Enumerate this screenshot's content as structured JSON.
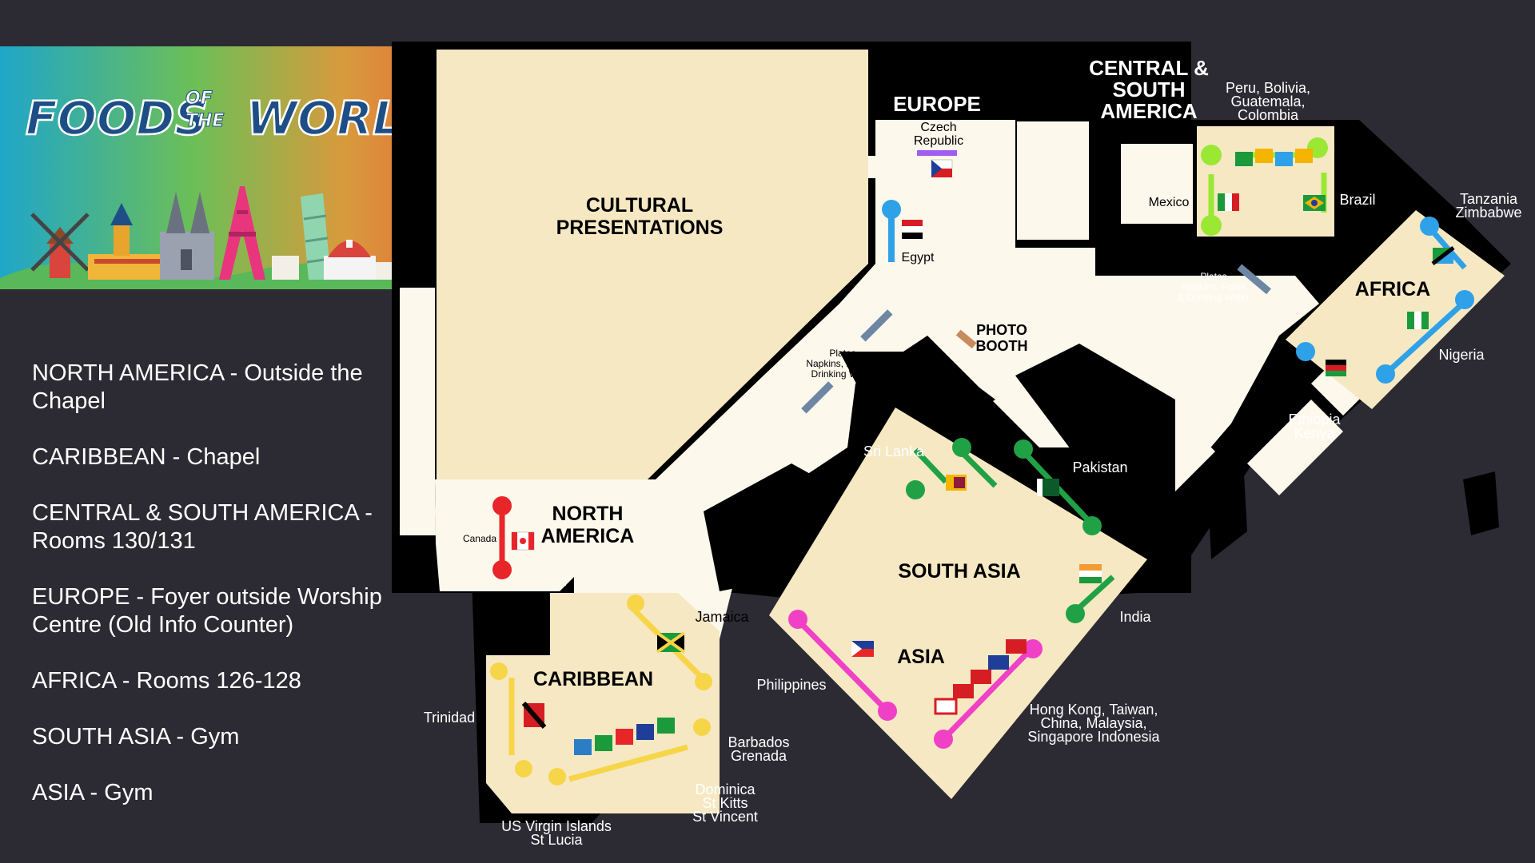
{
  "banner": {
    "title_left": "FOODS",
    "title_mid_1": "OF",
    "title_mid_2": "THE",
    "title_right": "WORLD"
  },
  "legend": [
    {
      "text": "NORTH AMERICA - Outside the Chapel"
    },
    {
      "text": "CARIBBEAN - Chapel"
    },
    {
      "text": "CENTRAL & SOUTH AMERICA - Rooms 130/131"
    },
    {
      "text": "EUROPE - Foyer outside Worship Centre (Old Info Counter)"
    },
    {
      "text": "AFRICA - Rooms 126-128"
    },
    {
      "text": "SOUTH ASIA - Gym"
    },
    {
      "text": "ASIA - Gym"
    }
  ],
  "rooms": {
    "cultural_1": "CULTURAL",
    "cultural_2": "PRESENTATIONS",
    "north_america_1": "NORTH",
    "north_america_2": "AMERICA",
    "caribbean": "CARIBBEAN",
    "south_asia": "SOUTH ASIA",
    "asia": "ASIA",
    "africa": "AFRICA",
    "europe": "EUROPE",
    "csa_1": "CENTRAL &",
    "csa_2": "SOUTH",
    "csa_3": "AMERICA",
    "photo_1": "PHOTO",
    "photo_2": "BOOTH"
  },
  "countries": {
    "canada": "Canada",
    "jamaica": "Jamaica",
    "trinidad": "Trinidad",
    "barbados": "Barbados",
    "grenada": "Grenada",
    "dominica": "Dominica",
    "st_kitts": "St Kitts",
    "st_vincent": "St Vincent",
    "usvi": "US Virgin Islands",
    "st_lucia": "St Lucia",
    "philippines": "Philippines",
    "hk_1": "Hong Kong, Taiwan,",
    "hk_2": "China, Malaysia,",
    "hk_3": "Singapore Indonesia",
    "india": "India",
    "pakistan": "Pakistan",
    "sri_lanka": "Sri Lanka",
    "czech_1": "Czech",
    "czech_2": "Republic",
    "egypt": "Egypt",
    "mexico": "Mexico",
    "peru_1": "Peru, Bolivia,",
    "peru_2": "Guatemala,",
    "peru_3": "Colombia",
    "brazil": "Brazil",
    "tanzania": "Tanzania",
    "zimbabwe": "Zimbabwe",
    "nigeria": "Nigeria",
    "ethiopia": "Ethiopia",
    "kenya": "Kenya"
  },
  "supplies": {
    "hall_1": "Plates",
    "hall_2": "Napkins, Forks &",
    "hall_3": "Drinking Water",
    "csa_1": "Plates",
    "csa_2": "Napkins, Forks",
    "csa_3": "& Drinking Water"
  },
  "colors": {
    "background": "#2c2b33",
    "hallway": "#fdf8ec",
    "room": "#f6e8c3",
    "canada": "#e8262a",
    "caribbean": "#f6d548",
    "south_asia": "#21a145",
    "asia": "#f040c6",
    "africa": "#2fa1e8",
    "csa": "#9ae834",
    "europe": "#a35cf0"
  }
}
